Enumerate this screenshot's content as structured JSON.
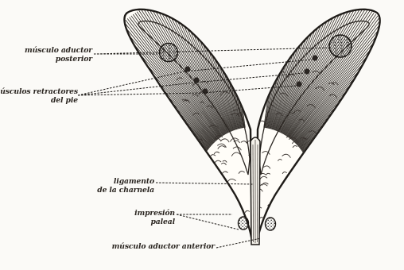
{
  "diagram": {
    "labels": {
      "posterior_adductor": [
        "músculo aductor",
        "posterior"
      ],
      "pedal_retractors": [
        "músculos retractores",
        "del pie"
      ],
      "hinge_ligament": [
        "ligamento",
        "de la charnela"
      ],
      "pallial_line": [
        "impresión",
        "paleal"
      ],
      "anterior_adductor": [
        "músculo aductor anterior"
      ]
    }
  }
}
